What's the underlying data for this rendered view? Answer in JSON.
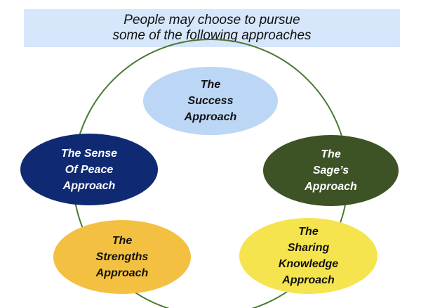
{
  "banner": {
    "line1": "People may choose to pursue",
    "line2": "some of the following approaches",
    "background": "#d6e6fb"
  },
  "ring_color": "#4a7a31",
  "approaches": [
    {
      "id": "success",
      "lines": [
        "The",
        "Success",
        "Approach"
      ],
      "fill": "#bcd6f5",
      "text_color": "#111111"
    },
    {
      "id": "sage",
      "lines": [
        "The",
        "Sage’s",
        "Approach"
      ],
      "fill": "#3d5225",
      "text_color": "#ffffff"
    },
    {
      "id": "sharing",
      "lines": [
        "The",
        "Sharing",
        "Knowledge",
        "Approach"
      ],
      "fill": "#f6e44e",
      "text_color": "#111111"
    },
    {
      "id": "strengths",
      "lines": [
        "The",
        "Strengths",
        "Approach"
      ],
      "fill": "#f3c042",
      "text_color": "#111111"
    },
    {
      "id": "peace",
      "lines": [
        "The Sense",
        "Of Peace",
        "Approach"
      ],
      "fill": "#0f2a72",
      "text_color": "#ffffff"
    }
  ]
}
